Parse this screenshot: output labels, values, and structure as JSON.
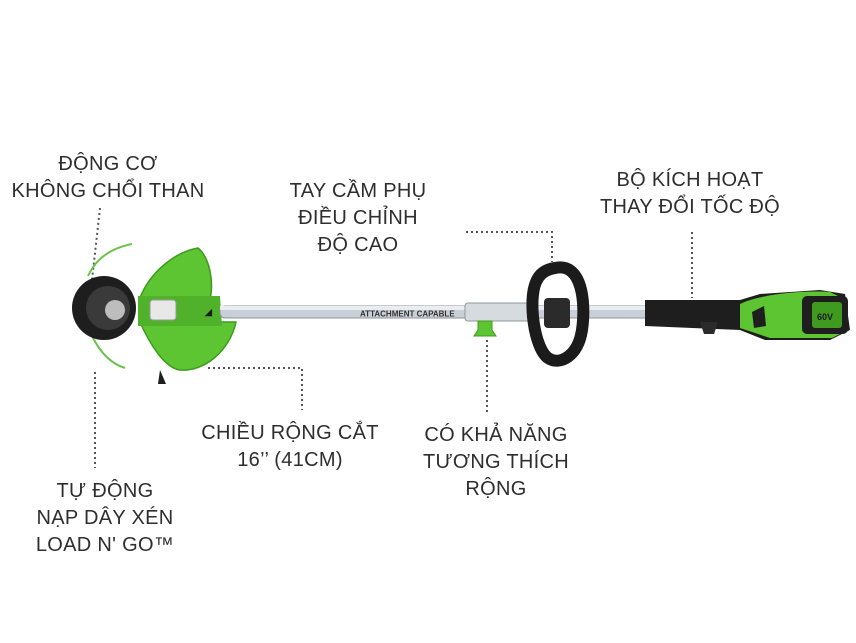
{
  "colors": {
    "accent_green": "#5cc531",
    "dark_green": "#3f9a1f",
    "shaft": "#c9cfd6",
    "black": "#1b1b1b",
    "text": "#2e2e2e",
    "leader": "#555555"
  },
  "product": {
    "shaft_text": "ATTACHMENT CAPABLE",
    "battery_text": "60V"
  },
  "callouts": {
    "motor": {
      "lines": [
        "ĐỘNG CƠ",
        "KHÔNG CHỔI THAN"
      ]
    },
    "handle": {
      "lines": [
        "TAY CẦM PHỤ",
        "ĐIỀU CHỈNH",
        "ĐỘ CAO"
      ]
    },
    "trigger": {
      "lines": [
        "BỘ KÍCH HOẠT",
        "THAY ĐỔI TỐC ĐỘ"
      ]
    },
    "width": {
      "lines": [
        "CHIỀU RỘNG CẮT",
        "16’’ (41CM)"
      ]
    },
    "compat": {
      "lines": [
        "CÓ KHẢ NĂNG",
        "TƯƠNG THÍCH",
        "RỘNG"
      ]
    },
    "feed": {
      "lines": [
        "TỰ ĐỘNG",
        "NẠP DÂY XÉN",
        "LOAD N' GO™"
      ]
    }
  }
}
